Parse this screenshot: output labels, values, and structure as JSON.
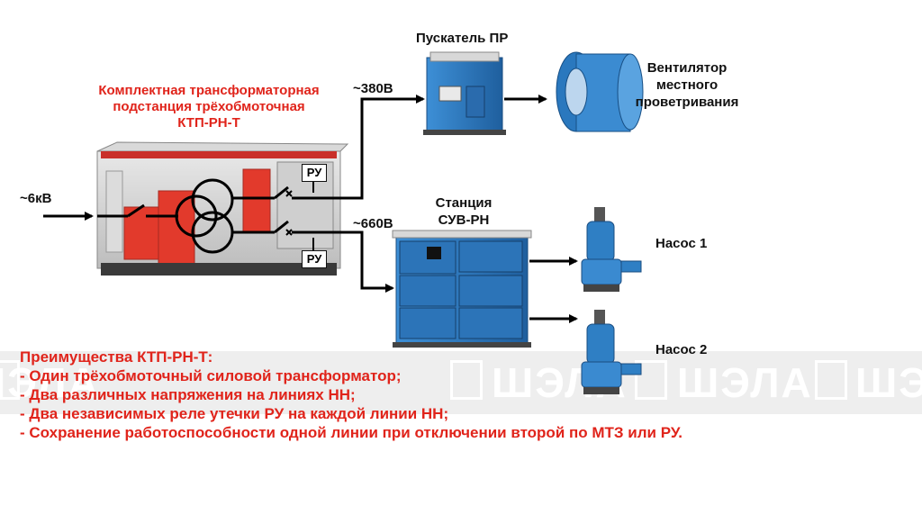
{
  "title_lines": [
    "Комплектная трансформаторная",
    "подстанция трёхобмоточная",
    "КТП-РН-Т"
  ],
  "labels": {
    "input_voltage": "~6кВ",
    "voltage_380": "~380В",
    "voltage_660": "~660В",
    "starter": "Пускатель ПР",
    "fan_lines": [
      "Вентилятор",
      "местного",
      "проветривания"
    ],
    "station_lines": [
      "Станция",
      "СУВ-РН"
    ],
    "pump1": "Насос 1",
    "pump2": "Насос 2",
    "relay_upper": "РУ",
    "relay_lower": "РУ"
  },
  "advantages": {
    "heading": "Преимущества КТП-РН-Т:",
    "items": [
      "- Один трёхобмоточный силовой трансформатор;",
      "- Два различных напряжения на линиях НН;",
      "- Два независимых реле утечки РУ на каждой линии НН;",
      "- Сохранение работоспособности одной линии при отключении второй по МТЗ или РУ."
    ]
  },
  "watermark": {
    "text": "ШЭЛА"
  },
  "colors": {
    "accent_red": "#e0241b",
    "substation_red": "#e23a2c",
    "equipment_blue": "#2f7fc4",
    "line_black": "#000000",
    "watermark_gray": "#eeeeee"
  }
}
